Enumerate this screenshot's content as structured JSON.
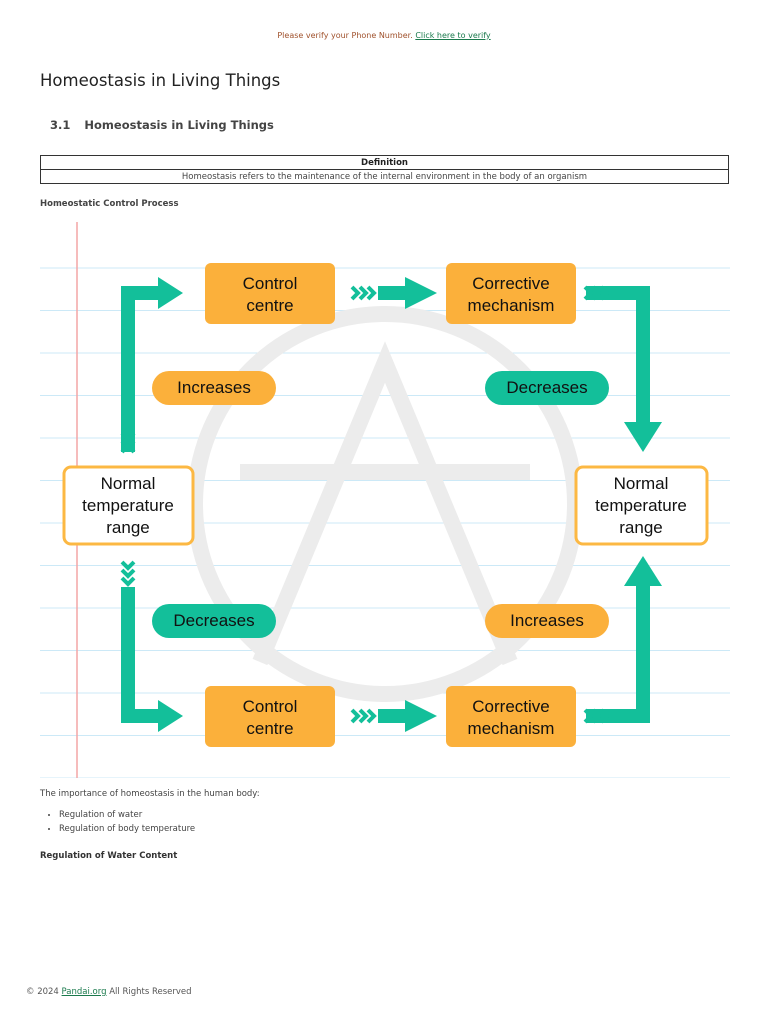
{
  "banner": {
    "message": "Please verify your Phone Number.",
    "link_label": "Click here to verify"
  },
  "page": {
    "title": "Homeostasis in Living Things",
    "section_number": "3.1",
    "section_title": "Homeostasis in Living Things"
  },
  "definition_table": {
    "header": "Definition",
    "text": "Homeostasis refers to the maintenance of the internal environment in the body of an organism"
  },
  "diagram": {
    "label": "Homeostatic Control Process",
    "left_state": [
      "Normal",
      "temperature",
      "range"
    ],
    "right_state": [
      "Normal",
      "temperature",
      "range"
    ],
    "top_control": [
      "Control",
      "centre"
    ],
    "top_corrective": [
      "Corrective",
      "mechanism"
    ],
    "bottom_control": [
      "Control",
      "centre"
    ],
    "bottom_corrective": [
      "Corrective",
      "mechanism"
    ],
    "top_left_change": "Increases",
    "top_right_change": "Decreases",
    "bottom_left_change": "Decreases",
    "bottom_right_change": "Increases",
    "colors": {
      "teal": "#13bf9a",
      "orange": "#fbb03b",
      "orange_light": "#fcb843",
      "gridline": "#cce9f7",
      "margin_line": "#f4a6a6"
    }
  },
  "content": {
    "importance_text": "The importance of homeostasis in the human body:",
    "bullets": [
      "Regulation of water",
      "Regulation of body temperature"
    ],
    "subheading": "Regulation of Water Content"
  },
  "footer": {
    "prefix": "© 2024",
    "link_label": "Pandai.org",
    "suffix": "All Rights Reserved"
  }
}
